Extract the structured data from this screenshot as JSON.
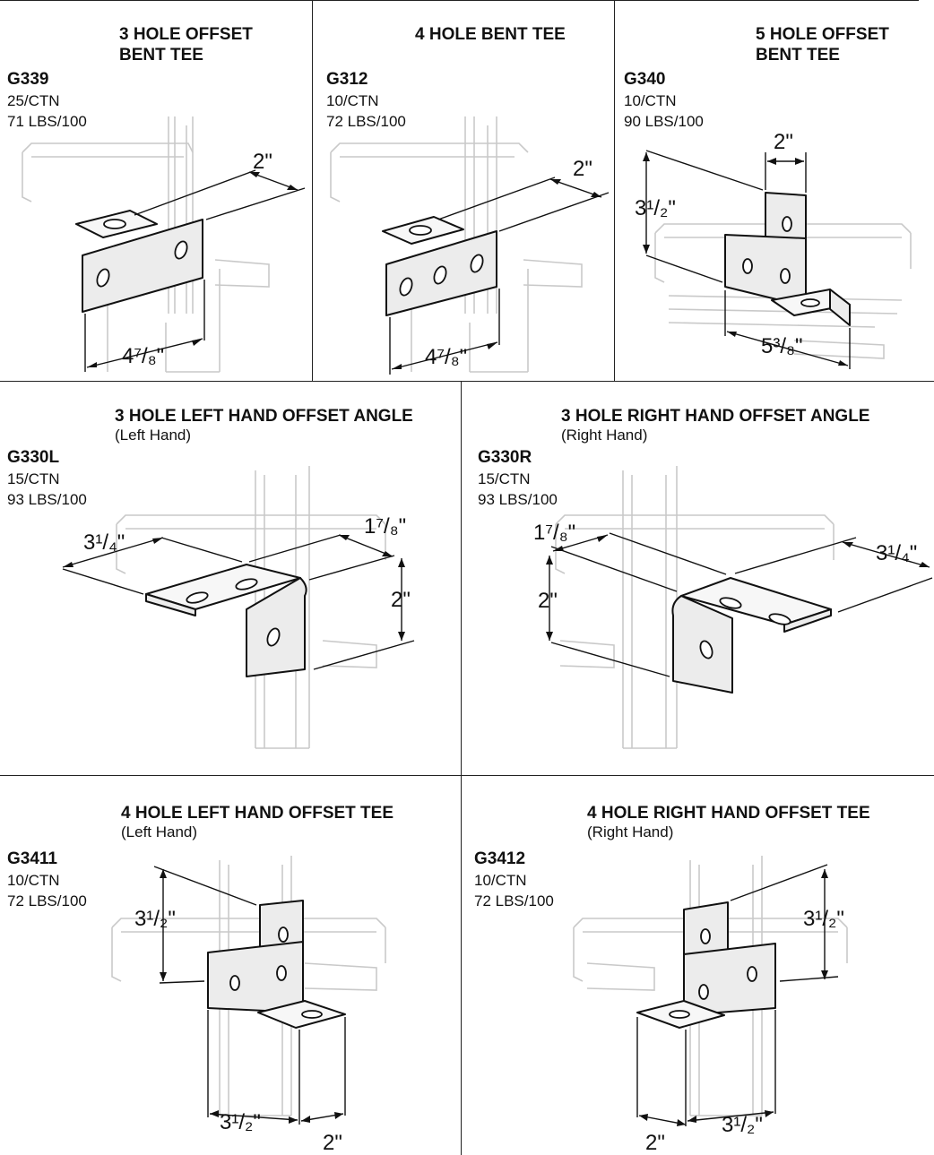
{
  "items": [
    {
      "title_lines": [
        "3 HOLE OFFSET",
        "BENT TEE"
      ],
      "subtitle": "",
      "code": "G339",
      "carton": "25/CTN",
      "weight": "71 LBS/100",
      "dims": [
        "2\"",
        "4⁷/₈\""
      ]
    },
    {
      "title_lines": [
        "4 HOLE BENT TEE"
      ],
      "subtitle": "",
      "code": "G312",
      "carton": "10/CTN",
      "weight": "72 LBS/100",
      "dims": [
        "2\"",
        "4⁷/₈\""
      ]
    },
    {
      "title_lines": [
        "5 HOLE OFFSET",
        "BENT TEE"
      ],
      "subtitle": "",
      "code": "G340",
      "carton": "10/CTN",
      "weight": "90 LBS/100",
      "dims": [
        "2\"",
        "3¹/₂\"",
        "5³/₈\""
      ]
    },
    {
      "title_lines": [
        "3 HOLE LEFT HAND OFFSET ANGLE"
      ],
      "subtitle": "(Left Hand)",
      "code": "G330L",
      "carton": "15/CTN",
      "weight": "93 LBS/100",
      "dims": [
        "3¹/₄\"",
        "1⁷/₈\"",
        "2\""
      ]
    },
    {
      "title_lines": [
        "3 HOLE RIGHT HAND OFFSET ANGLE"
      ],
      "subtitle": "(Right Hand)",
      "code": "G330R",
      "carton": "15/CTN",
      "weight": "93 LBS/100",
      "dims": [
        "1⁷/₈\"",
        "3¹/₄\"",
        "2\""
      ]
    },
    {
      "title_lines": [
        "4 HOLE LEFT HAND OFFSET TEE"
      ],
      "subtitle": "(Left Hand)",
      "code": "G3411",
      "carton": "10/CTN",
      "weight": "72 LBS/100",
      "dims": [
        "3¹/₂\"",
        "3¹/₂\"",
        "2\""
      ]
    },
    {
      "title_lines": [
        "4 HOLE RIGHT HAND OFFSET TEE"
      ],
      "subtitle": "(Right Hand)",
      "code": "G3412",
      "carton": "10/CTN",
      "weight": "72 LBS/100",
      "dims": [
        "3¹/₂\"",
        "2\"",
        "3¹/₂\""
      ]
    }
  ]
}
